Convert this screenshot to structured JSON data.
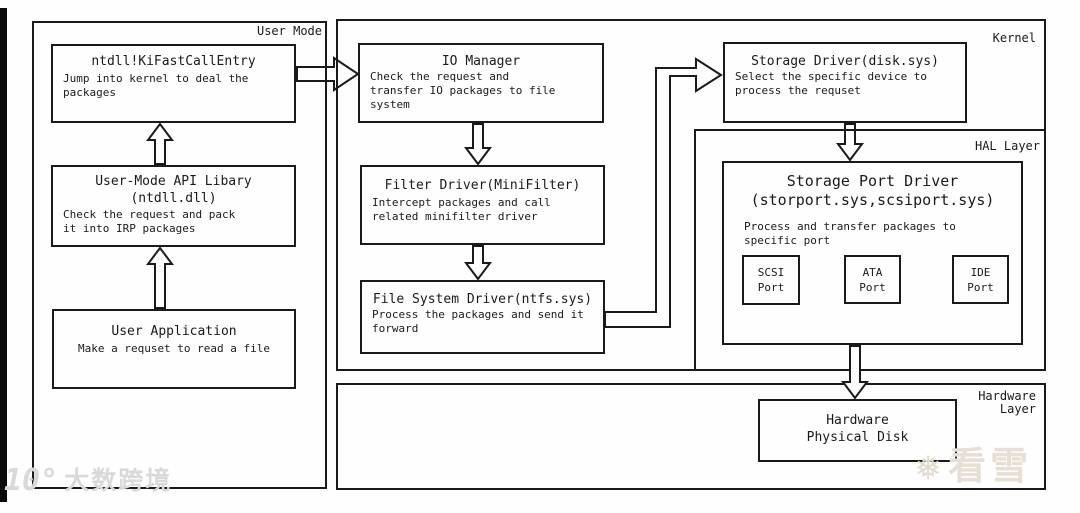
{
  "regions": {
    "user_mode": {
      "label": "User Mode"
    },
    "kernel": {
      "label": "Kernel"
    },
    "hal": {
      "label": "HAL Layer"
    },
    "hardware": {
      "label_lines": [
        "Hardware",
        "Layer"
      ]
    }
  },
  "boxes": {
    "ntdll": {
      "title": "ntdll!KiFastCallEntry",
      "body": [
        "Jump into kernel to deal the",
        "packages"
      ]
    },
    "api_library": {
      "title": "User-Mode API Libary",
      "subtitle": "(ntdll.dll)",
      "body": [
        "Check the request and pack",
        "it into IRP packages"
      ]
    },
    "user_app": {
      "title": "User Application",
      "body": [
        "Make a requset to read a file"
      ]
    },
    "io_manager": {
      "title": "IO Manager",
      "body": [
        "Check the request and",
        "transfer IO packages to file",
        "system"
      ]
    },
    "filter_driver": {
      "title": "Filter Driver(MiniFilter)",
      "body": [
        "Intercept packages and call",
        "related minifilter driver"
      ]
    },
    "fs_driver": {
      "title": "File System Driver(ntfs.sys)",
      "body": [
        "Process the packages and send it",
        "forward"
      ]
    },
    "storage_driver": {
      "title": "Storage Driver(disk.sys)",
      "body": [
        "Select the specific device to",
        "process the requset"
      ]
    },
    "storage_port_driver": {
      "title": "Storage Port Driver",
      "subtitle": "(storport.sys,scsiport.sys)",
      "body": [
        "Process and transfer packages to",
        "specific port"
      ]
    },
    "scsi_port": {
      "lines": [
        "SCSI",
        "Port"
      ]
    },
    "ata_port": {
      "lines": [
        "ATA",
        "Port"
      ]
    },
    "ide_port": {
      "lines": [
        "IDE",
        "Port"
      ]
    },
    "physical_disk": {
      "lines": [
        "Hardware",
        "Physical Disk"
      ]
    }
  },
  "watermarks": {
    "bottom_left_logo": "10°",
    "bottom_left_text": "大数跨境",
    "bottom_right_icon": "❅",
    "bottom_right_text": "看雪"
  },
  "colors": {
    "border": "#1a1a1a",
    "background": "#fefefe",
    "text": "#1a1a1a",
    "watermark_left": "#d9d9d9",
    "watermark_right": "#e7ded4"
  }
}
